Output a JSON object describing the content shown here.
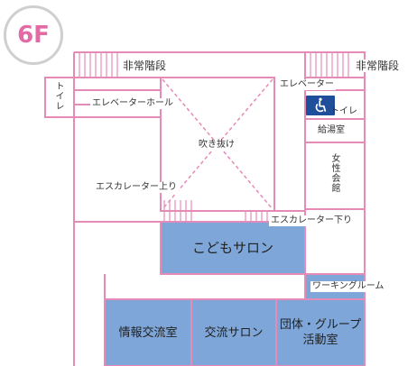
{
  "floor": {
    "label": "6F"
  },
  "colors": {
    "wall": "#e68ab8",
    "room_fill": "#7ea6d8",
    "accent": "#e46aa5",
    "wc_badge": "#1f4f9a"
  },
  "labels": {
    "emergency_stairs_left": "非常階段",
    "emergency_stairs_right": "非常階段",
    "toilet_left": "トイレ",
    "elevator_hall": "エレベーターホール",
    "elevator": "エレベーター",
    "toilet_right": "トイレ",
    "kitchenette": "給湯室",
    "womens": "女性会館",
    "atrium": "吹き抜け",
    "escalator_up": "エスカレーター上り",
    "escalator_down": "エスカレーター下り",
    "working_room": "ワーキングルーム"
  },
  "rooms": {
    "kodomo_salon": "こどもサロン",
    "info_exchange": "情報交流室",
    "exchange_salon": "交流サロン",
    "group_room_line1": "団体・グループ",
    "group_room_line2": "活動室"
  },
  "icons": {
    "accessible_toilet": "wheelchair-icon"
  }
}
